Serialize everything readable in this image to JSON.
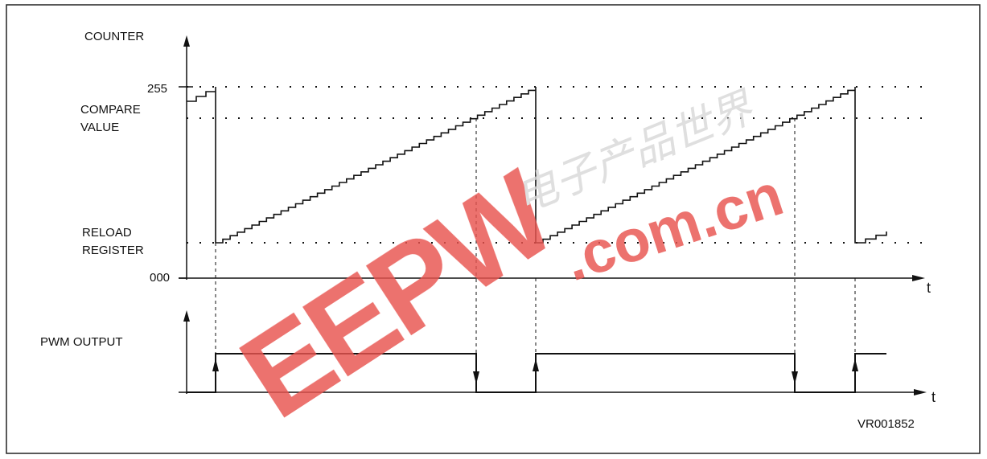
{
  "counter_panel": {
    "y_axis_label": "COUNTER",
    "level_255": "255",
    "compare_label_line1": "COMPARE",
    "compare_label_line2": "VALUE",
    "reload_label_line1": "RELOAD",
    "reload_label_line2": "REGISTER",
    "level_000": "000",
    "time_axis_label": "t"
  },
  "pwm_panel": {
    "y_axis_label": "PWM OUTPUT",
    "time_axis_label": "t"
  },
  "figure_id": "VR001852",
  "watermark": {
    "logo": "EEPW",
    "site": ".com.cn",
    "chinese": "电子产品世界",
    "color": "#e8534f"
  },
  "colors": {
    "line": "#111111",
    "border": "#222222",
    "background": "#ffffff"
  }
}
